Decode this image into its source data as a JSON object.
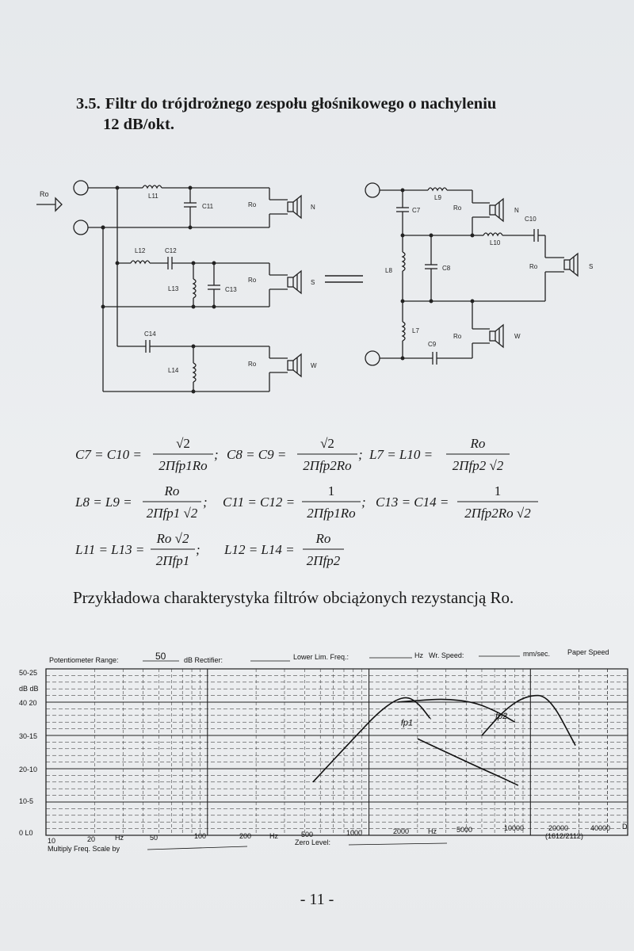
{
  "section": {
    "number": "3.5.",
    "title_line1": "Filtr do trójdrożnego zespołu głośnikowego o nachyleniu",
    "title_line2": "12 dB/okt."
  },
  "schematic": {
    "input_label": "Ro",
    "left": {
      "inductors": [
        "L11",
        "L12",
        "L13",
        "L14"
      ],
      "capacitors": [
        "C11",
        "C12",
        "C13",
        "C14"
      ],
      "load_label": "Ro",
      "speakers": [
        "N",
        "S",
        "W"
      ]
    },
    "equals": "=",
    "right": {
      "inductors": [
        "L9",
        "L10",
        "L8",
        "L7"
      ],
      "capacitors": [
        "C7",
        "C10",
        "C8",
        "C9"
      ],
      "load_label": "Ro",
      "speakers": [
        "N",
        "S",
        "W"
      ]
    }
  },
  "formulas": {
    "f1": {
      "lhs": "C7 = C10 =",
      "num": "√2",
      "den": "2Πfp1Ro"
    },
    "f2": {
      "lhs": "C8 = C9 =",
      "num": "√2",
      "den": "2Πfp2Ro"
    },
    "f3": {
      "lhs": "L7 = L10 =",
      "num": "Ro",
      "den": "2Πfp2 √2"
    },
    "f4": {
      "lhs": "L8 = L9 =",
      "num": "Ro",
      "den": "2Πfp1 √2"
    },
    "f5": {
      "lhs": "C11 = C12 =",
      "num": "1",
      "den": "2Πfp1Ro"
    },
    "f6": {
      "lhs": "C13 = C14 =",
      "num": "1",
      "den": "2Πfp2Ro √2"
    },
    "f7": {
      "lhs": "L11 = L13 =",
      "num": "Ro √2",
      "den": "2Πfp1"
    },
    "f8": {
      "lhs": "L12 = L14 =",
      "num": "Ro",
      "den": "2Πfp2"
    }
  },
  "caption": "Przykładowa charakterystyka filtrów obciążonych rezystancją Ro.",
  "chart_paper": {
    "header": {
      "potentiometer_label": "Potentiometer Range:",
      "potentiometer_value": "50",
      "rectifier_label": "dB Rectifier:",
      "lower_lim_label": "Lower Lim. Freq.:",
      "hz": "Hz",
      "wr_speed_label": "Wr. Speed:",
      "mm_sec": "mm/sec.",
      "paper_speed_label": "Paper Speed"
    },
    "y_labels": [
      "50-25",
      "dB dB",
      "40 20",
      "30-15",
      "20-10",
      "10-5",
      "0 L0"
    ],
    "x_labels": [
      "10",
      "20",
      "Hz",
      "50",
      "100",
      "200",
      "Hz",
      "500",
      "1000",
      "2000",
      "Hz",
      "5000",
      "10000",
      "20000",
      "40000",
      "D"
    ],
    "model": "(1612/2112)",
    "multiply_label": "Multiply Freq. Scale by",
    "zero_level_label": "Zero Level:",
    "marker_fp1": "fp1",
    "marker_fp2": "fp2"
  },
  "chart_data": {
    "type": "line",
    "xscale": "log",
    "xlabel": "",
    "ylabel": "",
    "xlim": [
      10,
      40000
    ],
    "ylim": [
      0,
      50
    ],
    "series": [
      {
        "x": [
          450,
          800,
          1200,
          1650,
          2000,
          2400
        ],
        "y": [
          16,
          29,
          38,
          42,
          40,
          35
        ]
      },
      {
        "x": [
          1500,
          2000,
          3000,
          4500,
          6300,
          8000
        ],
        "y": [
          40,
          40.5,
          41,
          40,
          37,
          34
        ]
      },
      {
        "x": [
          2000,
          3000,
          4500,
          6200,
          8400
        ],
        "y": [
          29,
          25,
          21,
          18,
          15
        ]
      },
      {
        "x": [
          5000,
          7000,
          9500,
          13000,
          19000
        ],
        "y": [
          30,
          38,
          42,
          42,
          27
        ]
      }
    ],
    "annotations": [
      "fp1",
      "fp2"
    ]
  },
  "page_number": "- 11 -"
}
